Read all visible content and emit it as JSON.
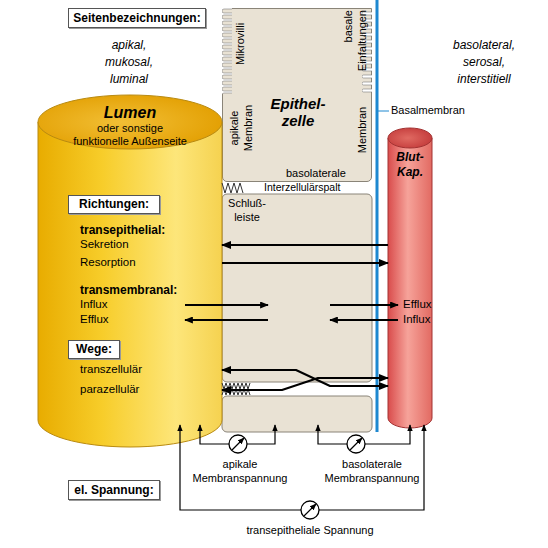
{
  "diagram": {
    "nodes": [
      {
        "text": [
          "Seitenbezeichnungen:"
        ]
      },
      {
        "text": [
          "Epithel- zelle"
        ]
      },
      {
        "text": [
          "Lumen",
          "oder sonstige funktionelle Außenseite"
        ]
      },
      {
        "text": [
          "Richtungen:"
        ],
        "in": 2
      },
      {
        "text": [
          "Wege:"
        ],
        "in": 2
      },
      {
        "text": [
          "Blut- Kap."
        ]
      },
      {
        "text": [
          "el. Spannung:"
        ]
      }
    ],
    "edges": [
      {
        "from": 5,
        "to": 2,
        "arrow": "to"
      },
      {
        "from": 2,
        "to": 5,
        "arrow": "to"
      },
      {
        "from": 2,
        "to": 5,
        "arrow": "both"
      },
      {
        "from": 2,
        "to": 5,
        "arrow": "both"
      }
    ],
    "labels": [
      "apikal, mukosal, luminal",
      "basolateral, serosal, interstitiell",
      "Mikrovilli",
      "apikale Membran",
      "basale Einfaltungen",
      "Membran",
      "Basalmembran",
      "basolaterale",
      "Schluß- leiste",
      "Interzellulärspalt",
      "transepithelial:",
      "Sekretion",
      "Resorption",
      "transmembranal:",
      "Influx",
      "Efflux",
      "Efflux",
      "Influx",
      "transzellulär",
      "parazellulär",
      "apikale Membranspannung",
      "basolaterale Membranspannung",
      "transepitheliale Spannung"
    ]
  }
}
